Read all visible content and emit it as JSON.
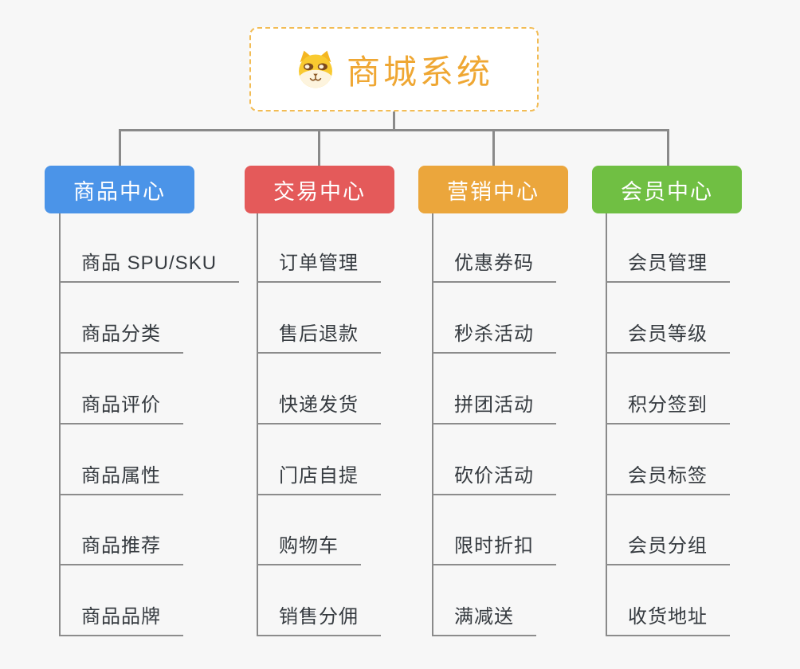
{
  "root": {
    "title": "商城系统",
    "icon": "dog-face-icon"
  },
  "colors": {
    "background": "#F7F7F7",
    "connector": "#8A8A8A",
    "root_border": "#F2BC55",
    "root_title": "#EFA733",
    "leaf_text": "#363B40",
    "branch_product": "#4B94E8",
    "branch_trade": "#E45A5A",
    "branch_marketing": "#EBA63C",
    "branch_member": "#70BF43"
  },
  "branches": [
    {
      "label": "商品中心",
      "color": "#4B94E8",
      "items": [
        "商品 SPU/SKU",
        "商品分类",
        "商品评价",
        "商品属性",
        "商品推荐",
        "商品品牌"
      ]
    },
    {
      "label": "交易中心",
      "color": "#E45A5A",
      "items": [
        "订单管理",
        "售后退款",
        "快递发货",
        "门店自提",
        "购物车",
        "销售分佣"
      ]
    },
    {
      "label": "营销中心",
      "color": "#EBA63C",
      "items": [
        "优惠券码",
        "秒杀活动",
        "拼团活动",
        "砍价活动",
        "限时折扣",
        "满减送"
      ]
    },
    {
      "label": "会员中心",
      "color": "#70BF43",
      "items": [
        "会员管理",
        "会员等级",
        "积分签到",
        "会员标签",
        "会员分组",
        "收货地址"
      ]
    }
  ]
}
